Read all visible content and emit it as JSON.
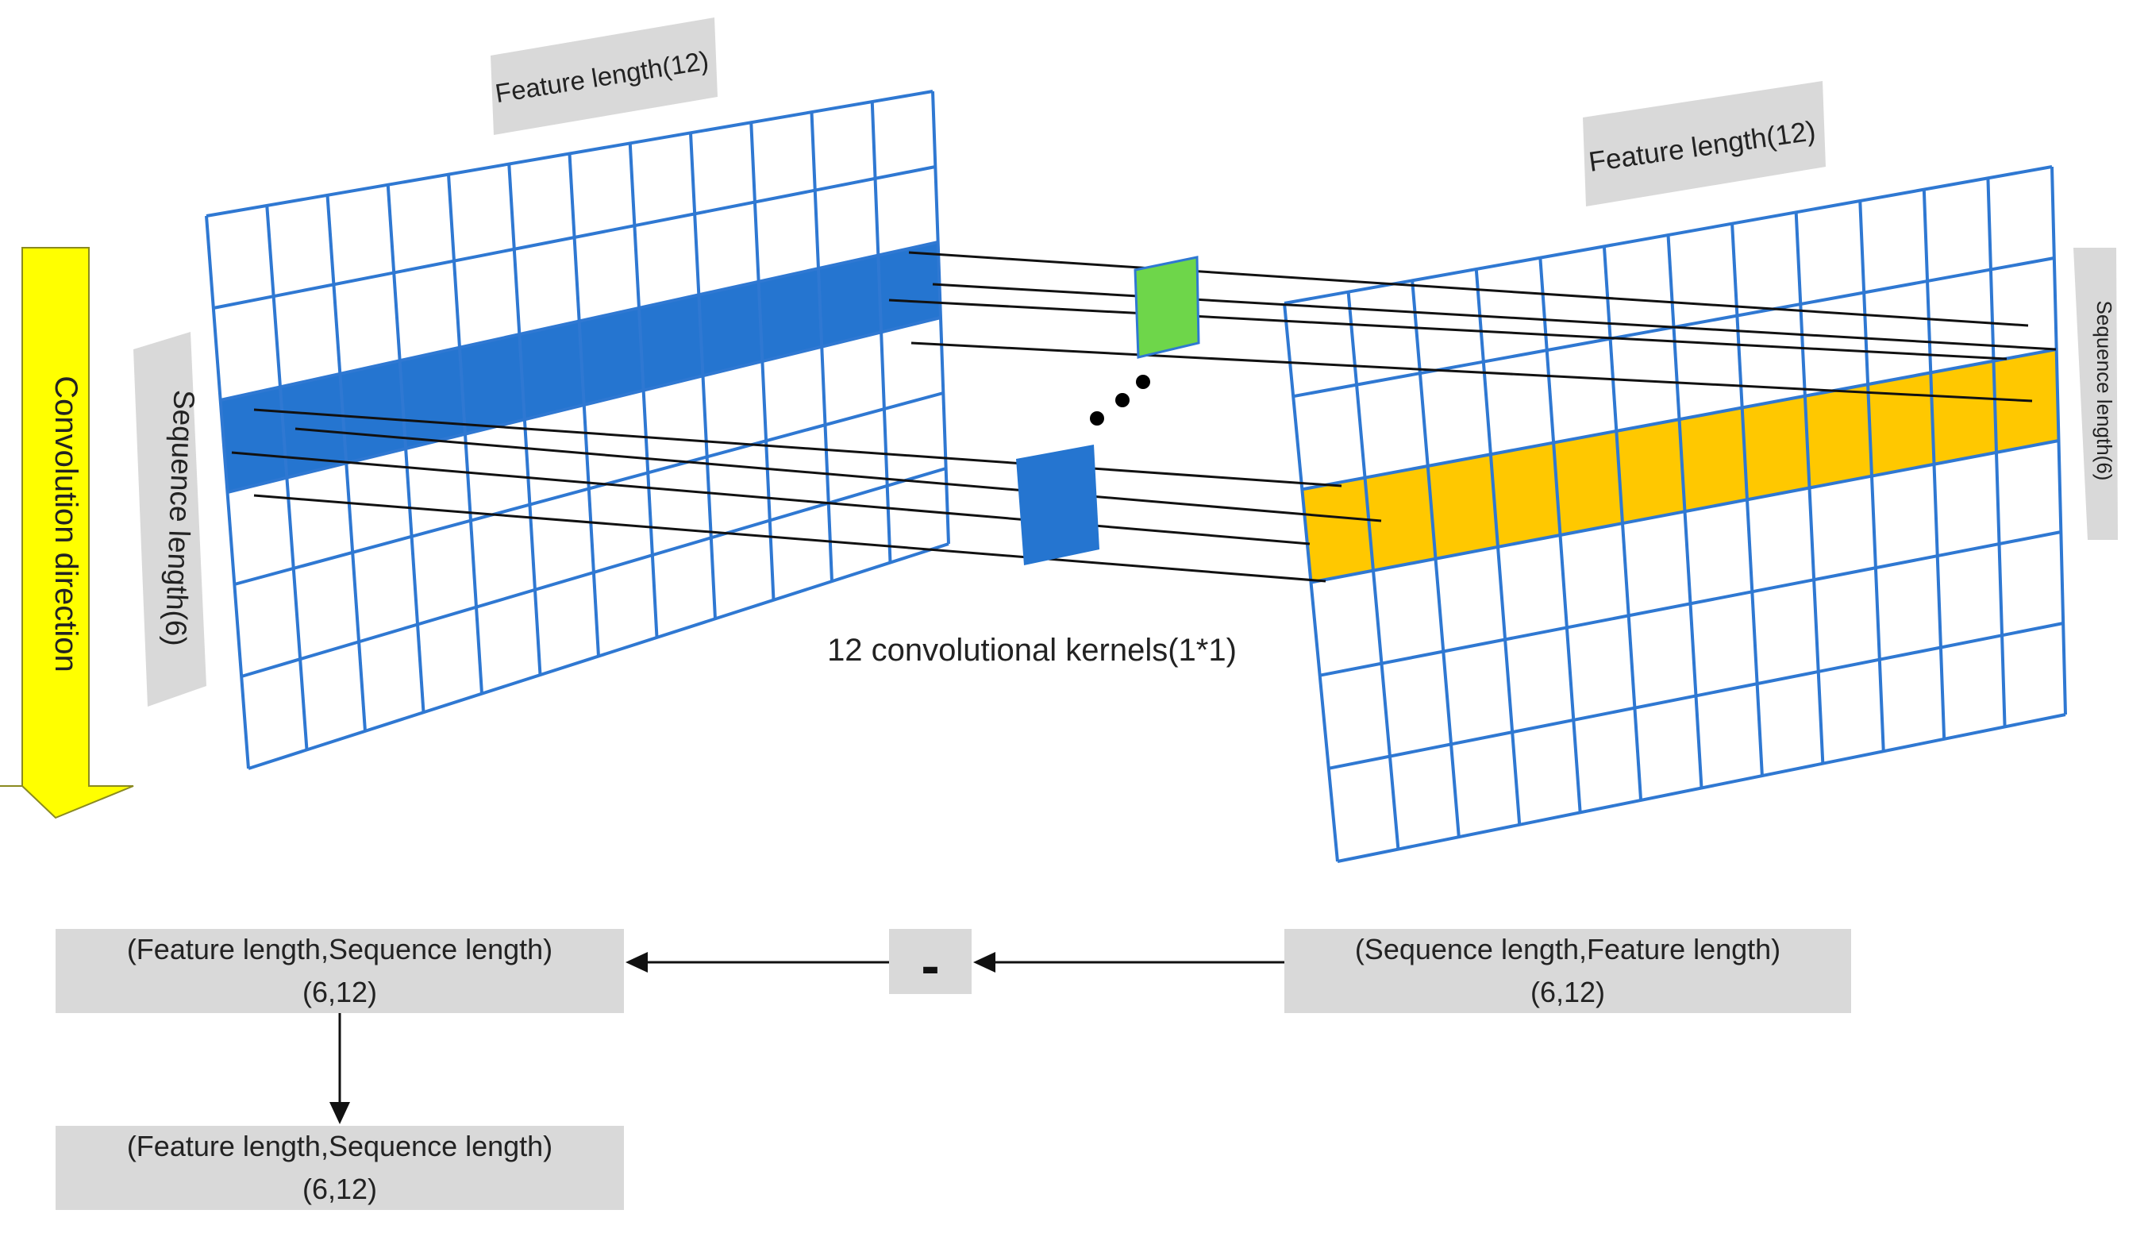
{
  "labels": {
    "left_feature_length": "Feature length(12)",
    "right_feature_length": "Feature length(12)",
    "left_sequence_length": "Sequence length(6)",
    "right_sequence_length": "Sequence length(6)",
    "convolution_direction": "Convolution direction",
    "kernels": "12 convolutional kernels(1*1)"
  },
  "flow": {
    "input_box": {
      "line1": "(Sequence length,Feature length)",
      "line2": "(6,12)"
    },
    "operator": "-",
    "transposed_box": {
      "line1": "(Feature length,Sequence length)",
      "line2": "(6,12)"
    },
    "output_box": {
      "line1": "(Feature length,Sequence length)",
      "line2": "(6,12)"
    }
  },
  "grids": {
    "input": {
      "rows": 6,
      "cols": 12,
      "highlight_row": 2
    },
    "output": {
      "rows": 6,
      "cols": 12,
      "highlight_row": 2
    }
  },
  "colors": {
    "grid_line": "#2f78d2",
    "input_highlight": "#2575d0",
    "output_highlight": "#ffc800",
    "kernel_top": "#6ed64a",
    "kernel_bottom": "#2575d0",
    "arrow_fill": "#ffff00",
    "arrow_stroke": "#8a8a20",
    "label_box": "#d9d9d9"
  }
}
